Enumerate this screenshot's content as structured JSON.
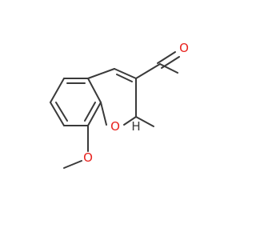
{
  "molecule": {
    "colors": {
      "bond": "#3a3a3a",
      "oxygen": "#e8221e",
      "hydrogen": "#3a3a3a"
    },
    "atoms": {
      "ring_oxygen": "O",
      "aldehyde_oxygen": "O",
      "methoxy_oxygen": "O",
      "c2_hydrogen": "H"
    }
  }
}
